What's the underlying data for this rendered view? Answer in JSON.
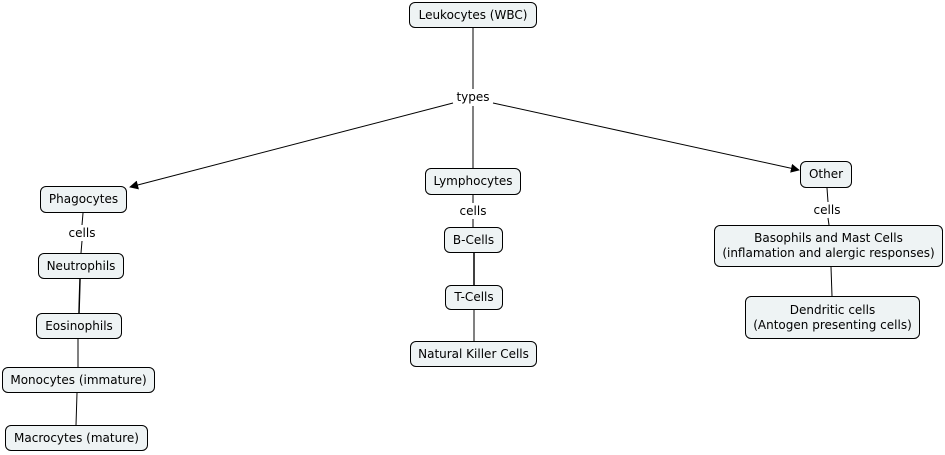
{
  "colors": {
    "node_fill": "#eef3f4",
    "line": "#000000",
    "background": "#ffffff"
  },
  "nodes": {
    "leukocytes": "Leukocytes (WBC)",
    "phagocytes": "Phagocytes",
    "lymphocytes": "Lymphocytes",
    "other": "Other",
    "neutrophils": "Neutrophils",
    "eosinophils": "Eosinophils",
    "monocytes": "Monocytes (immature)",
    "macrocytes": "Macrocytes (mature)",
    "b_cells": "B-Cells",
    "t_cells": "T-Cells",
    "nk_cells": "Natural Killer Cells",
    "basophils": "Basophils and Mast Cells\n(inflamation and alergic responses)",
    "dendritic": "Dendritic cells\n(Antogen presenting cells)"
  },
  "links": {
    "types": "types",
    "phagocytes_cells": "cells",
    "lymphocytes_cells": "cells",
    "other_cells": "cells"
  }
}
